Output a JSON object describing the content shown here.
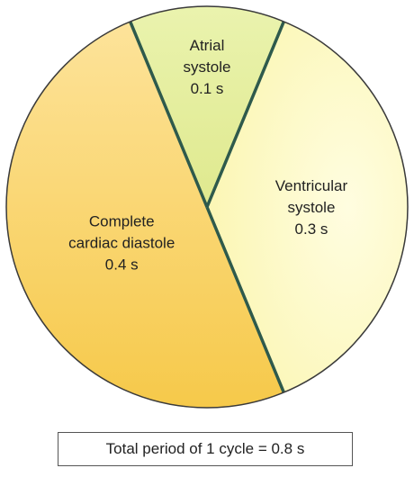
{
  "chart_data": {
    "type": "pie",
    "title": "",
    "slices": [
      {
        "lines": [
          "Atrial",
          "systole",
          "0.1 s"
        ],
        "value": 0.1,
        "color": "#e8f0a8"
      },
      {
        "lines": [
          "Ventricular",
          "systole",
          "0.3 s"
        ],
        "value": 0.3,
        "color": "#fdfbc8"
      },
      {
        "lines": [
          "Complete",
          "cardiac diastole",
          "0.4 s"
        ],
        "value": 0.4,
        "color": "#fbd878"
      }
    ],
    "divider_color": "#2e5a4c",
    "outline_color": "#3a3a3a",
    "caption": "Total period of 1 cycle = 0.8 s"
  }
}
